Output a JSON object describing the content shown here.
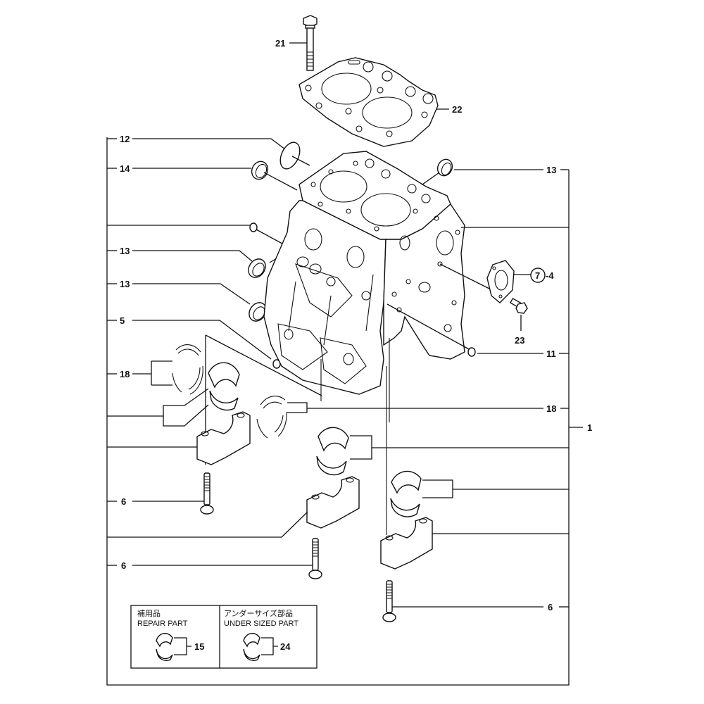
{
  "diagram": {
    "title": "Cylinder block exploded parts diagram",
    "callouts": {
      "c21": "21",
      "c22": "22",
      "c12": "12",
      "c14": "14",
      "c13_right": "13",
      "c13_a": "13",
      "c13_b": "13",
      "c5": "5",
      "c18_left": "18",
      "c18_right": "18",
      "c7": "7",
      "c4": "-4",
      "c23": "23",
      "c11": "11",
      "c1": "1",
      "c6_a": "6",
      "c6_b": "6",
      "c6_c": "6"
    },
    "legend_box": {
      "repair": {
        "title_jp": "補用品",
        "title_en": "REPAIR PART",
        "callout": "15"
      },
      "undersized": {
        "title_jp": "アンダーサイズ部品",
        "title_en": "UNDER SIZED PART",
        "callout": "24"
      }
    }
  }
}
